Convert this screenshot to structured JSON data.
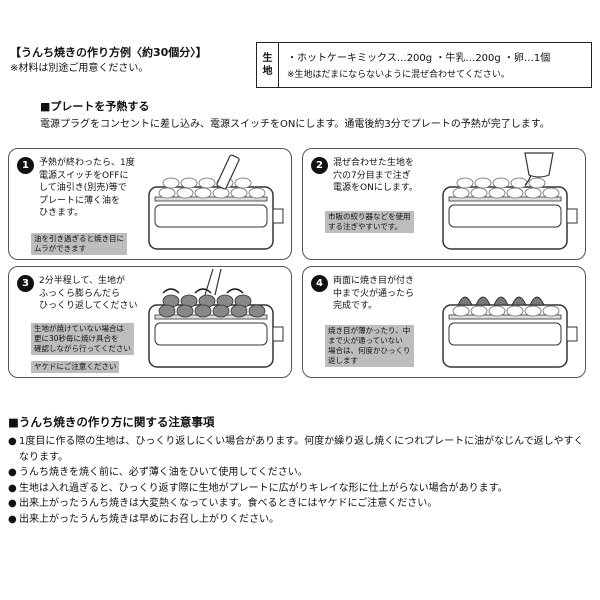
{
  "header": {
    "title": "【うんち焼きの作り方例〈約30個分〉】",
    "note": "※材料は別途ご用意ください。"
  },
  "ingredients": {
    "label_1": "生",
    "label_2": "地",
    "line1": "・ホットケーキミックス…200g ・牛乳…200g ・卵…1個",
    "line2": "※生地はだまにならないように混ぜ合わせてください。"
  },
  "preheat": {
    "title": "■プレートを予熱する",
    "text": "電源プラグをコンセントに差し込み、電源スイッチをONにします。通電後約3分でプレートの予熱が完了します。"
  },
  "steps": [
    {
      "num": "1",
      "text": "予熱が終わったら、1度\n電源スイッチをOFFに\nして油引き(別売)等で\nプレートに薄く油を\nひきます。",
      "tips": [
        "油を引き過ぎると焼き目に\nムラができます"
      ]
    },
    {
      "num": "2",
      "text": "混ぜ合わせた生地を\n穴の7分目まで注ぎ\n電源をONにします。",
      "tips": [
        "市販の絞り器などを使用\nする注ぎやすいです。"
      ]
    },
    {
      "num": "3",
      "text": "2分半程して、生地が\nふっくら膨らんだら\nひっくり返してください",
      "tips": [
        "生地が焼けていない場合は\n更に30秒毎に焼け具合を\n確認しながら行ってください",
        "ヤケドにご注意ください"
      ]
    },
    {
      "num": "4",
      "text": "両面に焼き目が付き\n中まで火が通ったら\n完成です。",
      "tips": [
        "焼き目が薄かったり、中\nまで火が通っていない\n場合は、何度かひっくり\n返します"
      ]
    }
  ],
  "caution": {
    "title": "■うんち焼きの作り方に関する注意事項",
    "items": [
      "1度目に作る際の生地は、ひっくり返しにくい場合があります。何度か繰り返し焼くにつれプレートに油がなじんで返しやすくなります。",
      "うんち焼きを焼く前に、必ず薄く油をひいて使用してください。",
      "生地は入れ過ぎると、ひっくり返す際に生地がプレートに広がりキレイな形に仕上がらない場合があります。",
      "出来上がったうんち焼きは大変熱くなっています。食べるときにはヤケドにご注意ください。",
      "出来上がったうんち焼きは早めにお召し上がりください。"
    ],
    "bullet": "●"
  }
}
